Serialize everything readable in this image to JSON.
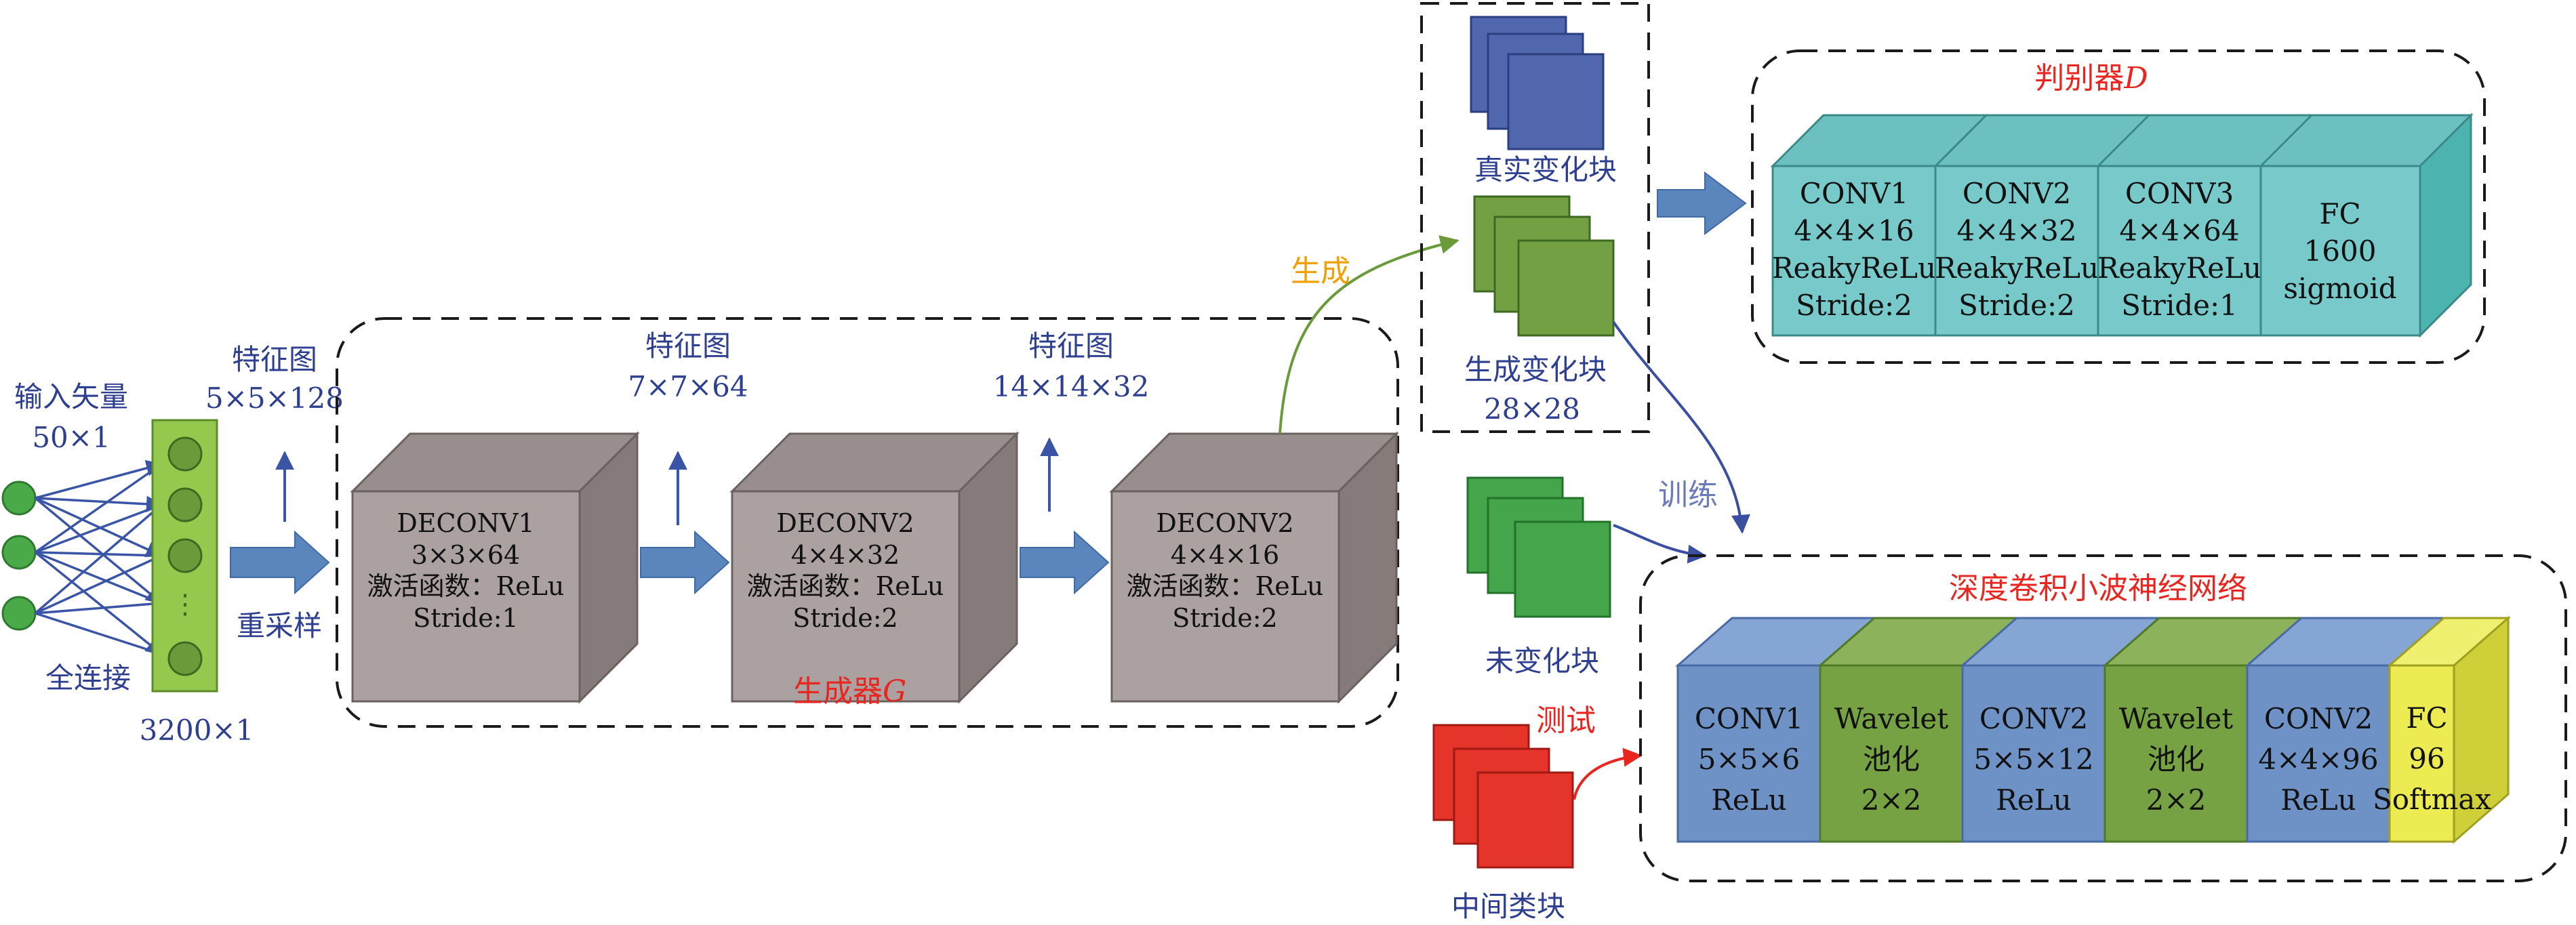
{
  "input": {
    "title": "输入矢量",
    "dim": "50×1",
    "fc_label": "全连接",
    "fc_dim": "3200×1",
    "dots": "⋮"
  },
  "resample": {
    "label": "重采样",
    "feat_title": "特征图",
    "feat_dim": "5×5×128"
  },
  "generator": {
    "label": "生成器",
    "label_var": "G",
    "layers": [
      {
        "lines": [
          "DECONV1",
          "3×3×64",
          "激活函数：ReLu",
          "Stride:1"
        ],
        "feat_title": "特征图",
        "feat_dim": "7×7×64"
      },
      {
        "lines": [
          "DECONV2",
          "4×4×32",
          "激活函数：ReLu",
          "Stride:2"
        ],
        "feat_title": "特征图",
        "feat_dim": "14×14×32"
      },
      {
        "lines": [
          "DECONV2",
          "4×4×16",
          "激活函数：ReLu",
          "Stride:2"
        ]
      }
    ]
  },
  "generate_label": "生成",
  "real_blocks": {
    "label": "真实变化块"
  },
  "gen_blocks": {
    "label": "生成变化块",
    "dim": "28×28"
  },
  "train_label": "训练",
  "unchanged_blocks": {
    "label": "未变化块"
  },
  "test_label": "测试",
  "middle_blocks": {
    "label": "中间类块"
  },
  "discriminator": {
    "label": "判别器",
    "label_var": "D",
    "layers": [
      {
        "lines": [
          "CONV1",
          "4×4×16",
          "ReakyReLu",
          "Stride:2"
        ]
      },
      {
        "lines": [
          "CONV2",
          "4×4×32",
          "ReakyReLu",
          "Stride:2"
        ]
      },
      {
        "lines": [
          "CONV3",
          "4×4×64",
          "ReakyReLu",
          "Stride:1"
        ]
      },
      {
        "lines": [
          "FC",
          "1600",
          "sigmoid"
        ]
      }
    ]
  },
  "dwcnn": {
    "label": "深度卷积小波神经网络",
    "layers": [
      {
        "lines": [
          "CONV1",
          "5×5×6",
          "ReLu"
        ]
      },
      {
        "lines": [
          "Wavelet",
          "池化",
          "2×2"
        ]
      },
      {
        "lines": [
          "CONV2",
          "5×5×12",
          "ReLu"
        ]
      },
      {
        "lines": [
          "Wavelet",
          "池化",
          "2×2"
        ]
      },
      {
        "lines": [
          "CONV2",
          "4×4×96",
          "ReLu"
        ]
      },
      {
        "lines": [
          "FC",
          "96",
          "Softmax"
        ]
      }
    ]
  },
  "colors": {
    "deconv_front": "#aaa1a0",
    "deconv_top": "#978e8d",
    "deconv_side": "#857b7a",
    "disc_front": "#78c9c9",
    "disc_side": "#4cb3ae",
    "conv_blue": "#6e92c6",
    "wavelet_green": "#76a244",
    "fc_yellow": "#ecec52",
    "arrow_blue": "#5a86bd",
    "label_blue": "#2e3f8f",
    "label_red": "#e8251f",
    "label_orange": "#f0a000",
    "real_block": "#5067ad",
    "gen_block": "#74a044",
    "unchanged_block": "#45a54a",
    "middle_block": "#e5352b",
    "node_green": "#4aaa48",
    "fc_bar": "#94c94e"
  }
}
